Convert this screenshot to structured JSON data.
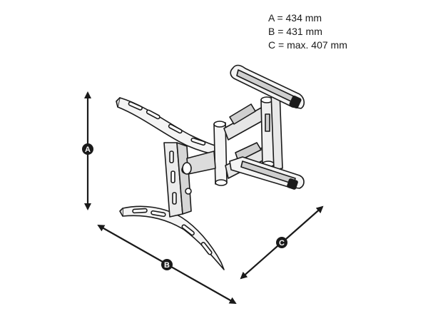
{
  "legend": [
    {
      "letter": "A",
      "text": "A = 434 mm"
    },
    {
      "letter": "B",
      "text": "B = 431 mm"
    },
    {
      "letter": "C",
      "text": "C = max. 407 mm"
    }
  ],
  "dimensions": {
    "a": {
      "label": "A"
    },
    "b": {
      "label": "B"
    },
    "c": {
      "label": "C"
    }
  },
  "colors": {
    "line": "#1a1a1a",
    "fill": "#f2f2f2",
    "badge": "#1a1a1a"
  }
}
